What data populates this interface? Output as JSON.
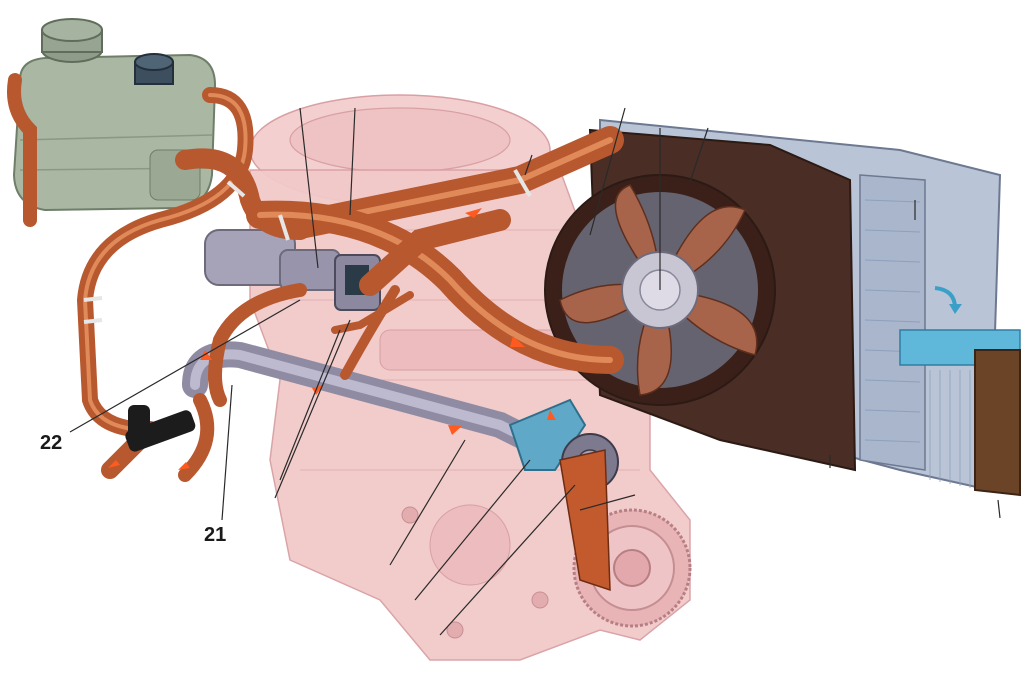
{
  "diagram": {
    "callouts": [
      {
        "id": "22",
        "label": "22"
      },
      {
        "id": "21",
        "label": "21"
      }
    ]
  },
  "colors": {
    "background": "#ffffff",
    "engine_block": "#f2c9c9",
    "engine_outline": "#d9a0a3",
    "hose": "#b8582f",
    "hose_highlight": "#e08a5a",
    "tank": "#a9b7a3",
    "tank_dark": "#7f8f7a",
    "metal_pipe": "#a6a2b8",
    "radiator_core": "#b9c4d6",
    "radiator_fins": "#8fa0bd",
    "fan_shroud": "#4a2d24",
    "fan_blade": "#a8644a",
    "flow_arrow": "#ff5a1f",
    "leader_line": "#2a2a2a",
    "blue_arrow": "#3aa0c8"
  },
  "icons": {
    "flow_arrow": "arrow-icon",
    "tank_cap": "cap-icon"
  }
}
